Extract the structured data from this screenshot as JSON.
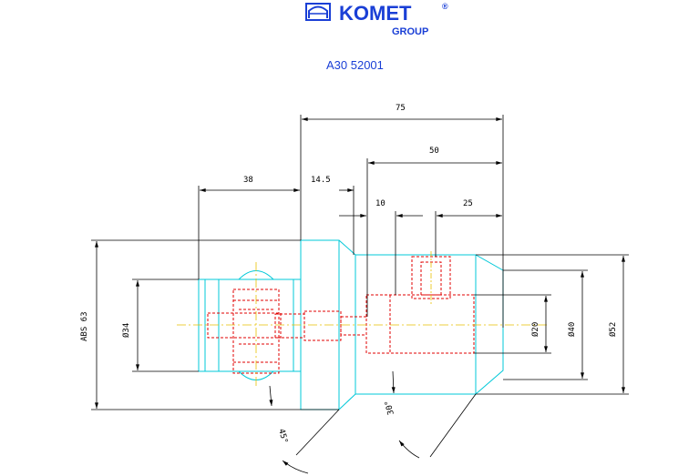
{
  "logo": {
    "brand": "KOMET",
    "registered": "®",
    "group": "GROUP"
  },
  "part_number": "A30 52001",
  "dimensions": {
    "d75": "75",
    "d50": "50",
    "d38": "38",
    "d14_5": "14.5",
    "d10": "10",
    "d25": "25",
    "abs63": "ABS 63",
    "dia34": "Ø34",
    "dia20": "Ø20",
    "dia40": "Ø40",
    "dia52": "Ø52",
    "ang45": "45°",
    "ang30": "30°"
  },
  "colors": {
    "outline": "#00c8d8",
    "hidden": "#e00000",
    "center": "#e8c000",
    "dimension": "#000000",
    "brand": "#1a3fd6"
  }
}
